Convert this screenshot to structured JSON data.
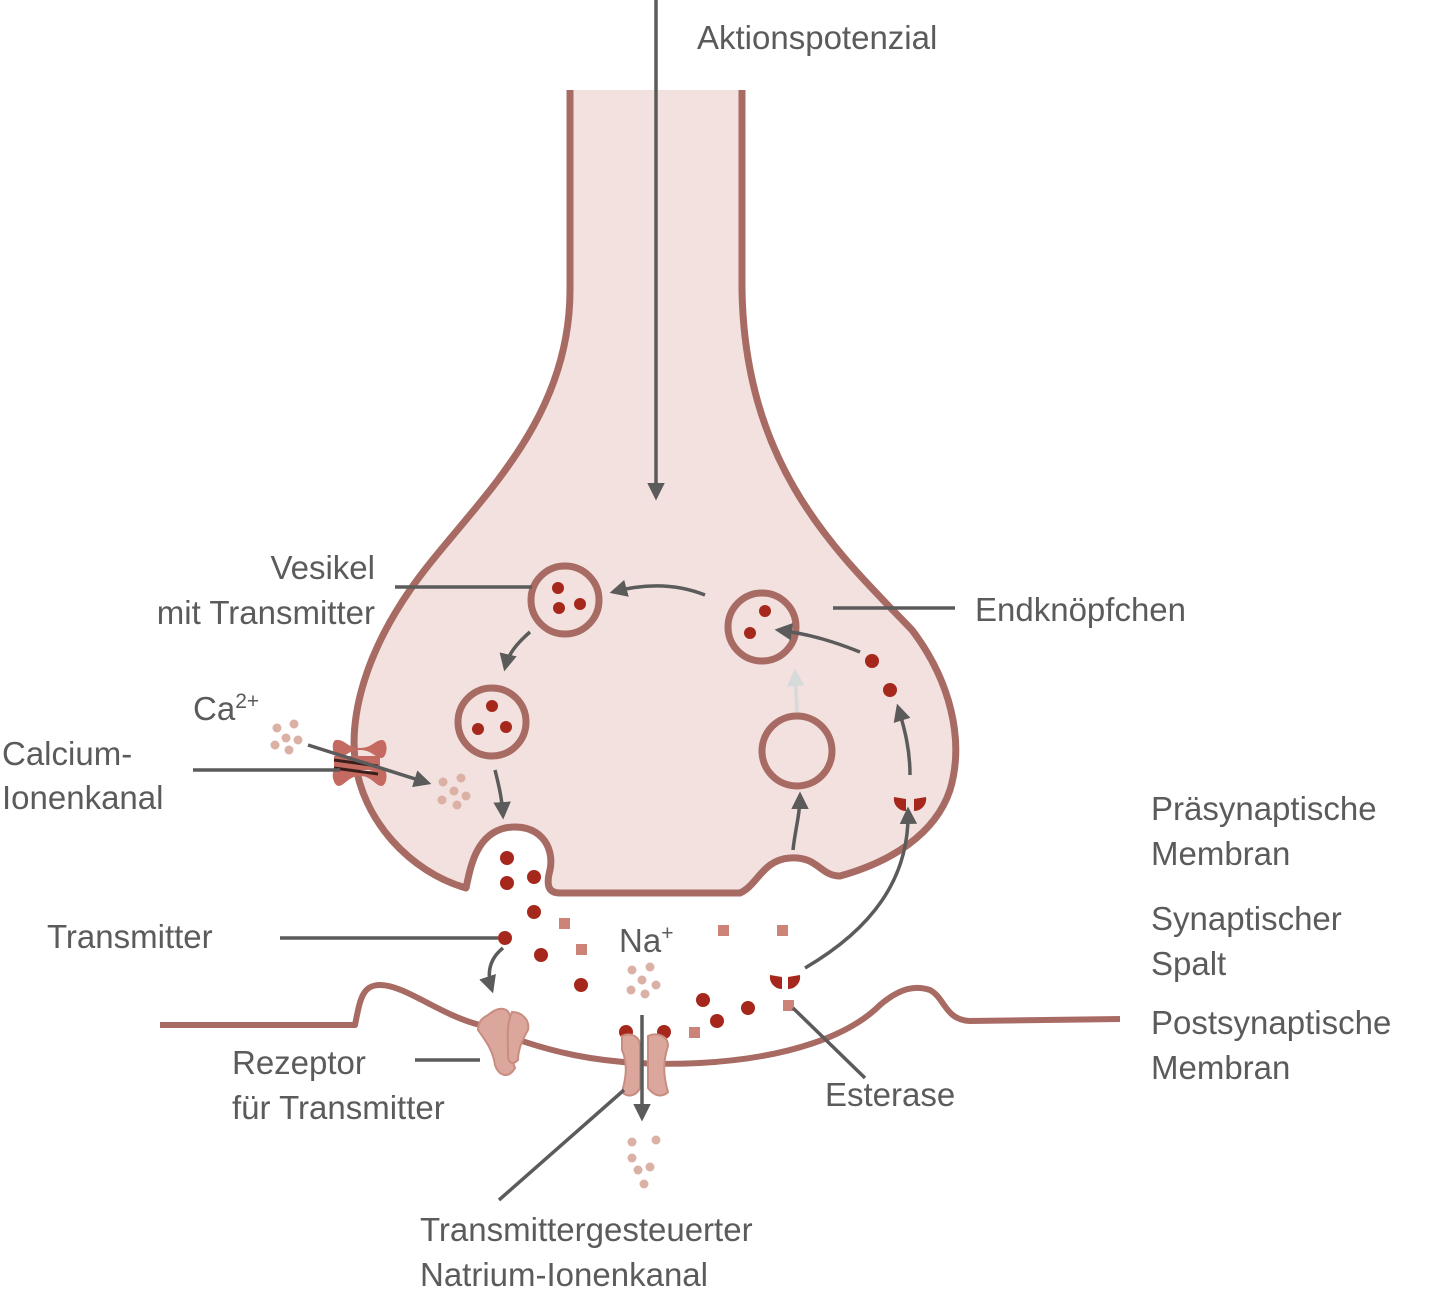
{
  "labels": {
    "aktionspotenzial": "Aktionspotenzial",
    "vesikel_line1": "Vesikel",
    "vesikel_line2": "mit Transmitter",
    "endknoepfchen": "Endknöpfchen",
    "ca_base": "Ca",
    "ca_sup": "2+",
    "calcium_line1": "Calcium-",
    "calcium_line2": "Ionenkanal",
    "praesynaptische_line1": "Präsynaptische",
    "praesynaptische_line2": "Membran",
    "synaptischer_line1": "Synaptischer",
    "synaptischer_line2": "Spalt",
    "postsynaptische_line1": "Postsynaptische",
    "postsynaptische_line2": "Membran",
    "transmitter": "Transmitter",
    "na_base": "Na",
    "na_sup": "+",
    "rezeptor_line1": "Rezeptor",
    "rezeptor_line2": "für Transmitter",
    "esterase": "Esterase",
    "natrium_line1": "Transmittergesteuerter",
    "natrium_line2": "Natrium-Ionenkanal"
  },
  "colors": {
    "membrane_stroke": "#a86b63",
    "membrane_fill": "#f2e1df",
    "transmitter": "#a6281c",
    "ion": "#dbb0a5",
    "fragment": "#cc8478",
    "text": "#5b5b5b"
  }
}
